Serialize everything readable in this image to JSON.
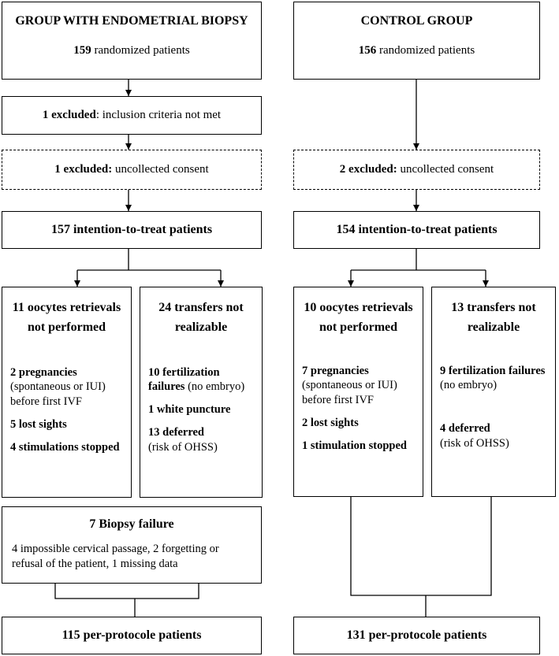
{
  "left": {
    "title": "GROUP WITH ENDOMETRIAL BIOPSY",
    "randomized_num": "159",
    "randomized_text": " randomized patients",
    "excl1_bold": "1 excluded",
    "excl1_text": ": inclusion criteria not met",
    "excl2_bold": "1 excluded:",
    "excl2_text": " uncollected consent",
    "itt": "157 intention-to-treat patients",
    "oocyte": {
      "head1": "11 oocytes retrievals",
      "head2": "not performed",
      "preg_bold": "2 pregnancies",
      "preg_text": "(spontaneous or IUI) before first IVF",
      "lost": "5 lost sights",
      "stim": "4 stimulations stopped"
    },
    "transfer": {
      "head1": "24 transfers not",
      "head2": "realizable",
      "fert_bold1": "10 fertilization",
      "fert_bold2": "failures",
      "fert_text": " (no embryo)",
      "white": "1 white puncture",
      "deferred_bold": "13 deferred",
      "deferred_text": "(risk of OHSS)"
    },
    "biopsy": {
      "head": "7 Biopsy failure",
      "text": "4 impossible cervical passage, 2 forgetting or refusal of the patient, 1 missing data"
    },
    "per_protocol": "115 per-protocole patients"
  },
  "right": {
    "title": "CONTROL GROUP",
    "randomized_num": "156",
    "randomized_text": " randomized patients",
    "excl2_bold": "2 excluded:",
    "excl2_text": " uncollected consent",
    "itt": "154 intention-to-treat patients",
    "oocyte": {
      "head1": "10 oocytes retrievals",
      "head2": "not performed",
      "preg_bold": "7 pregnancies",
      "preg_text": "(spontaneous or IUI) before first IVF",
      "lost": "2 lost sights",
      "stim": "1 stimulation stopped"
    },
    "transfer": {
      "head1": "13 transfers not",
      "head2": "realizable",
      "fert_bold": "9 fertilization failures",
      "fert_text": "(no embryo)",
      "deferred_bold": "4 deferred",
      "deferred_text": "(risk of OHSS)"
    },
    "per_protocol": "131 per-protocole patients"
  }
}
